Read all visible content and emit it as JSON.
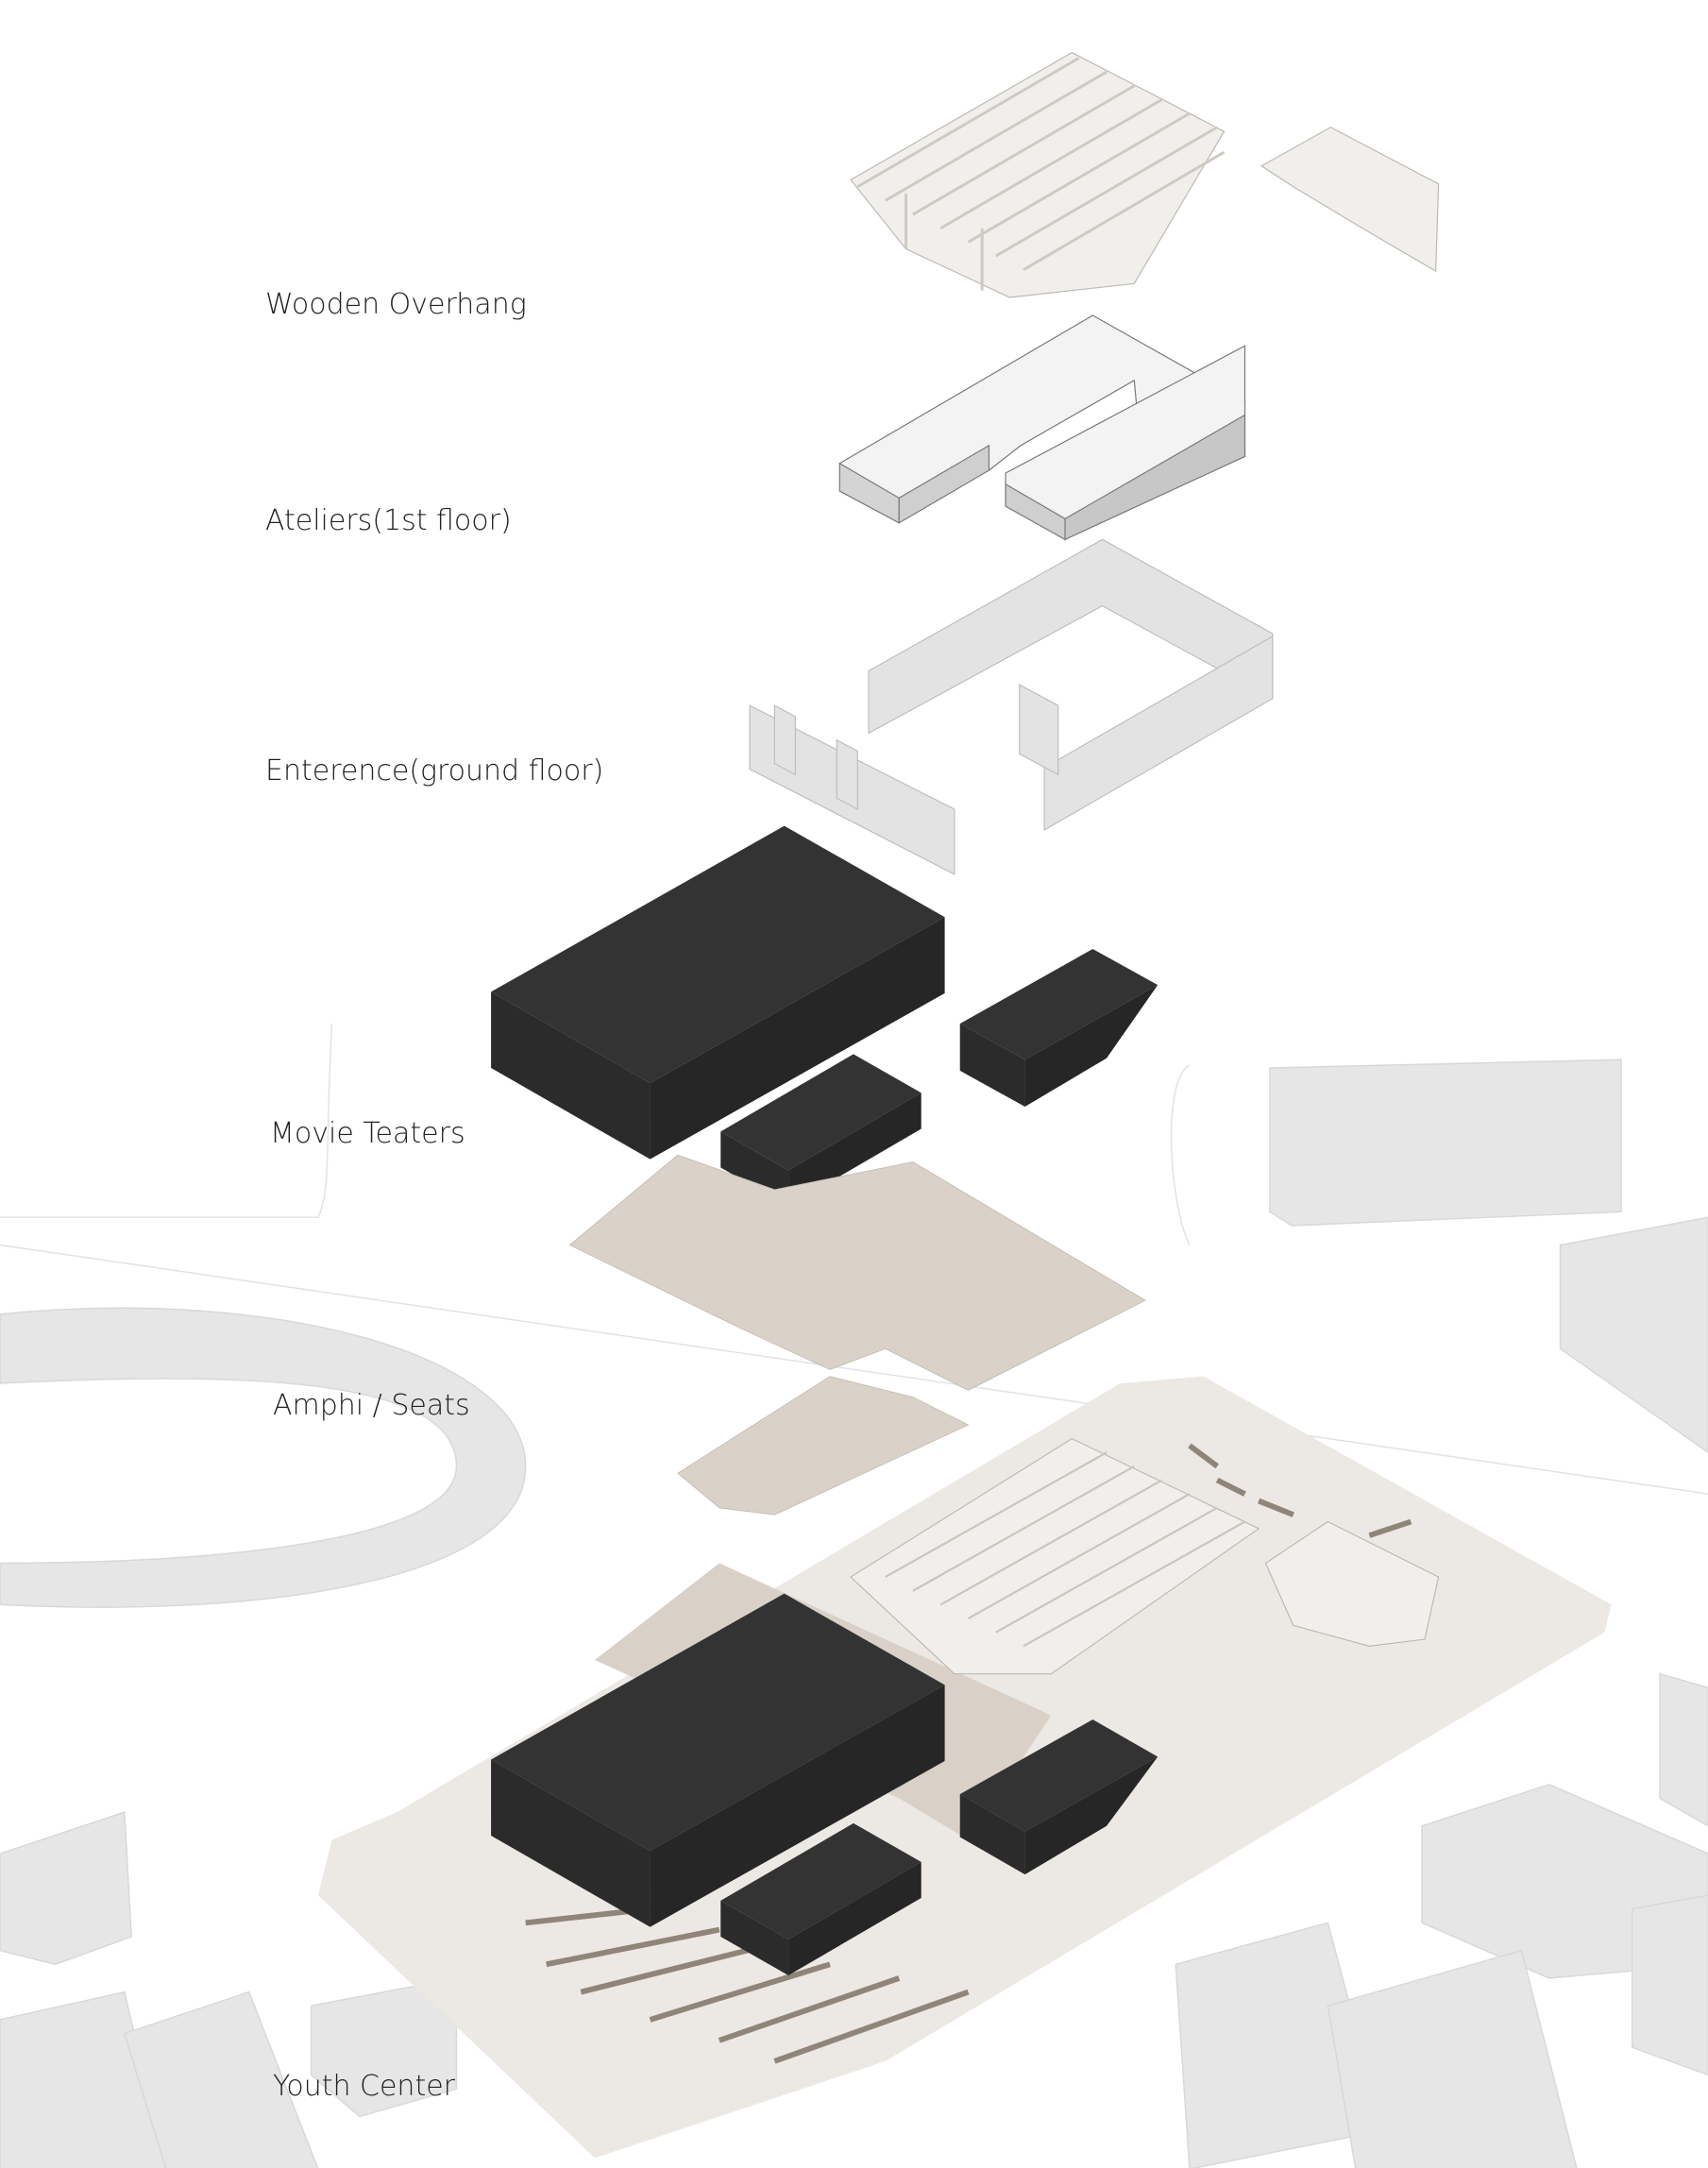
{
  "labels": {
    "wooden_overhang": "Wooden Overhang",
    "ateliers": "Ateliers(1st floor)",
    "entrance": "Enterence(ground floor)",
    "movie_theaters": "Movie Teaters",
    "amphi_seats": "Amphi / Seats",
    "youth_center": "Youth Center"
  },
  "colors": {
    "dark_volume": "#2b2b2b",
    "wood": "#d9d1c7",
    "site": "#ebe7e3",
    "context": "#e6e6e6",
    "wall": "#dcdcdc"
  }
}
